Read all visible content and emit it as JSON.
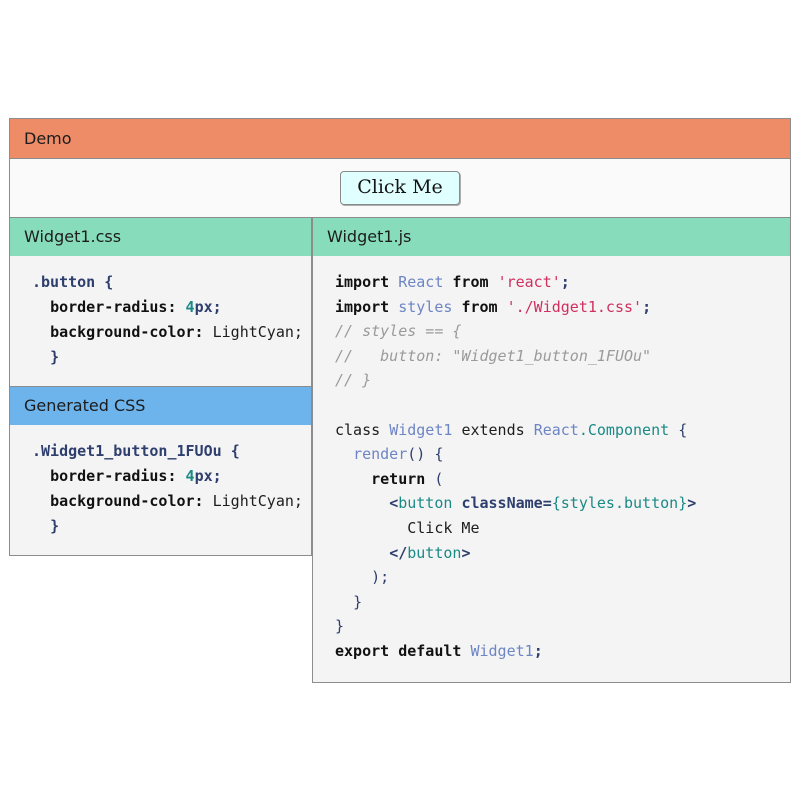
{
  "demo": {
    "header_label": "Demo",
    "button_label": "Click Me",
    "button_bg": "#e0ffff",
    "header_bg": "#ed8c67"
  },
  "panels": {
    "css_source": {
      "header_label": "Widget1.css",
      "header_bg": "#87dcbb",
      "tokens": {
        "selector": ".button",
        "brace_open": "{",
        "prop1": "border-radius:",
        "num": "4",
        "unit": "px",
        "semi": ";",
        "prop2a": "background-",
        "prop2b": "color:",
        "value2": "LightCyan;",
        "brace_close": "}"
      }
    },
    "generated_css": {
      "header_label": "Generated CSS",
      "header_bg": "#6db3ec",
      "tokens": {
        "selector": ".Widget1_button_1FUOu",
        "brace_open": "{",
        "prop1": "border-radius:",
        "num": "4",
        "unit": "px",
        "semi": ";",
        "prop2a": "background-",
        "prop2b": "color:",
        "value2": "LightCyan;",
        "brace_close": "}"
      }
    },
    "js_source": {
      "header_label": "Widget1.js",
      "header_bg": "#87dcbb",
      "tokens": {
        "import1_kw": "import",
        "import1_name": "React",
        "import1_from": "from",
        "import1_str": "'react'",
        "import1_semi": ";",
        "import2_kw": "import",
        "import2_name": "styles",
        "import2_from": "from",
        "import2_str": "'./Widget1.css'",
        "import2_semi": ";",
        "comment1": "// styles == {",
        "comment2": "//   button: \"Widget1_button_1FUOu\"",
        "comment3": "// }",
        "class_kw": "class",
        "class_name": "Widget1",
        "extends_kw": "extends",
        "base_obj": "React",
        "base_prop": ".Component",
        "class_brace": "{",
        "render_name": "render",
        "render_parens": "() {",
        "return_kw": "return",
        "return_paren": "(",
        "tag_open": "<",
        "tag_name": "button",
        "attr_name": "className",
        "attr_eq": "=",
        "attr_brace_open": "{",
        "attr_obj": "styles",
        "attr_prop": ".button",
        "attr_brace_close": "}",
        "tag_gt": ">",
        "child_text": "Click Me",
        "tag_close_open": "</",
        "tag_close_name": "button",
        "tag_close_gt": ">",
        "close_paren": ");",
        "close_brace_inner": "}",
        "close_brace_outer": "}",
        "export_kw": "export default",
        "export_name": "Widget1",
        "export_semi": ";"
      }
    }
  }
}
